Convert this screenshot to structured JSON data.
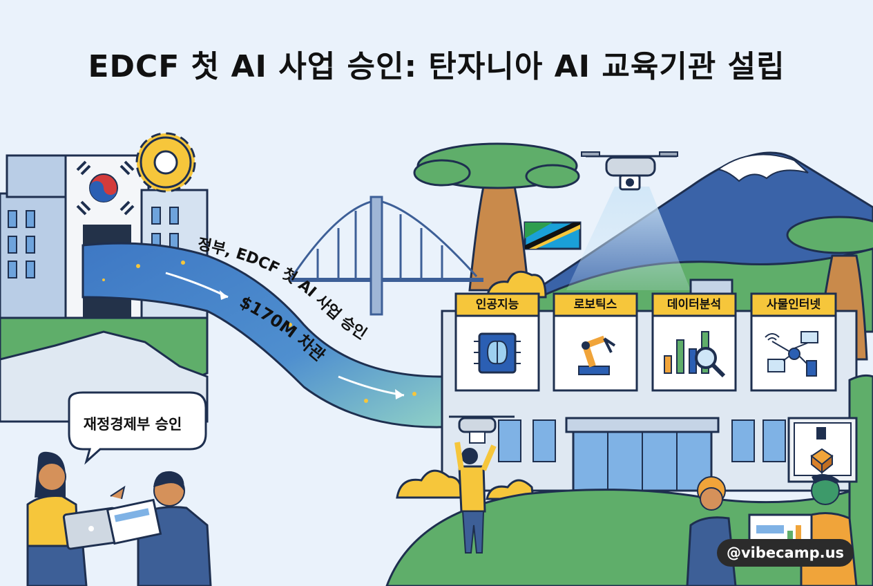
{
  "title": "EDCF 첫 AI 사업 승인: 탄자니아 AI 교육기관 설립",
  "banner": {
    "line1": "정부, EDCF 첫 AI 사업 승인",
    "line2": "$170M 차관"
  },
  "speech_bubble": "재정경제부 승인",
  "fields": [
    {
      "label": "인공지능",
      "icon": "ai-chip-icon"
    },
    {
      "label": "로보틱스",
      "icon": "robot-arm-icon"
    },
    {
      "label": "데이터분석",
      "icon": "bar-chart-magnifier-icon"
    },
    {
      "label": "사물인터넷",
      "icon": "iot-network-icon"
    }
  ],
  "watermark": "@vibecamp.us",
  "colors": {
    "sky": "#eaf2fb",
    "card_header": "#f6c63b",
    "river": "#4a86c8",
    "grass": "#5fae6a",
    "building": "#dfe8f2",
    "baobab_trunk": "#c98a4b"
  }
}
